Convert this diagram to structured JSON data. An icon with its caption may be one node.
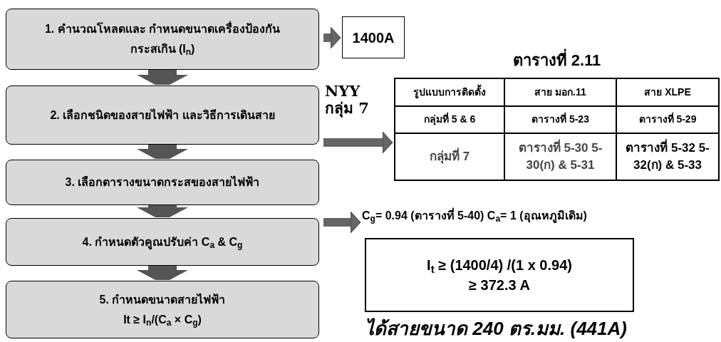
{
  "diagram": {
    "nodes": [
      {
        "text": [
          "1. คำนวณโหลดและ กำหนดขนาดเครื่องป้องกันกระสเกิน (I$_{n}$)"
        ]
      },
      {
        "text": [
          "2. เลือกชนิดของสายไฟฟ้า และวิธีการเดินสาย"
        ]
      },
      {
        "text": [
          "3. เลือกตารางขนาดกระสของสายไฟฟ้า"
        ]
      },
      {
        "text": [
          "4. กำหนดตัวคูณปรับค่า C$_{a}$ & C$_{g}$"
        ]
      },
      {
        "text": [
          "5. กำหนดขนาดสายไฟฟ้า",
          "It ≥ I$_{n}$/(C$_{a}$ × C$_{g}$)"
        ]
      },
      {
        "text": [
          "1400A"
        ]
      },
      {
        "text": [
          "ตารางที่ 2.11"
        ]
      },
      {
        "text": [
          "C$_{g}$= 0.94 (ตารางที่ 5-40) C$_{a}$= 1 (อุณหภูมิเดิม)"
        ]
      },
      {
        "text": [
          "I$_{t}$ ≥ (1400/4) /(1 x 0.94)",
          "≥ 372.3 A"
        ]
      }
    ],
    "edges": [
      {
        "from": 0,
        "to": 1,
        "arrow": "to"
      },
      {
        "from": 1,
        "to": 2,
        "arrow": "to"
      },
      {
        "from": 2,
        "to": 3,
        "arrow": "to"
      },
      {
        "from": 3,
        "to": 4,
        "arrow": "to"
      },
      {
        "from": 0,
        "to": 5,
        "arrow": "to"
      },
      {
        "from": 1,
        "to": 6,
        "arrow": "to",
        "label": "NYY กลุ่ม 7"
      },
      {
        "from": 3,
        "to": 7,
        "arrow": "to"
      }
    ],
    "labels": [
      "รูปแบบการติดตั้ง",
      "สาย มอก.11",
      "สาย XLPE",
      "กลุ่มที่ 5 & 6",
      "ตารางที่ 5-23",
      "ตารางที่ 5-29",
      "กลุ่มที่ 7",
      "ตารางที่ 5-30 5-30(ก) & 5-31",
      "ตารางที่ 5-32 5-32(ก) & 5-33",
      "ได้สายขนาด 240 ตร.มม. (441A)"
    ]
  }
}
